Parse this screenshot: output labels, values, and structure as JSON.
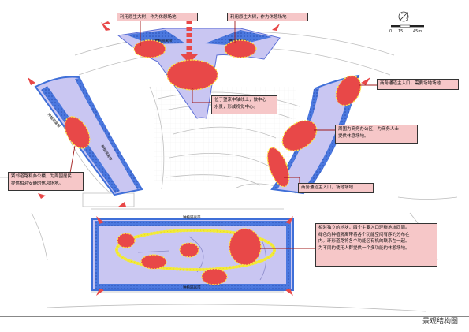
{
  "title": "景观结构图",
  "scale": {
    "t0": "0",
    "t1": "15",
    "t2": "45m"
  },
  "strip_label": "种植隔离带",
  "callouts": {
    "tree_left": "利用原生大树，作为休憩场地",
    "tree_right": "利用原生大树，作为休憩场地",
    "axis_center": "位于望京中轴线上，做中心\n水景，形成视觉中心。",
    "entrance_right": "商务通道主入口，需要场地场地",
    "office": "周围为商务办公区，为商务人士\n提供休息场地。",
    "entrance_lower": "商务通道主入口，场地场地",
    "road_left": "紧邻道路和办公楼，为周围居民\n提供相对安静的休息场地。",
    "block_bottom": "相对独立的地块，四个主要入口环绕地块四周。\n绿色的种植隔离带将各个功能空间有序的分布在\n内。环形道路将各个功能区有机的联系在一起。\n为不同的使用人群提供一个多功能的休憩场地。"
  },
  "colors": {
    "plaza": "#c9c6f2",
    "strip": "#3f6fd8",
    "node": "#e84848",
    "node_stroke": "#ffe44a",
    "ring": "#f2ea3a",
    "callout_bg": "#f6c7c8"
  }
}
